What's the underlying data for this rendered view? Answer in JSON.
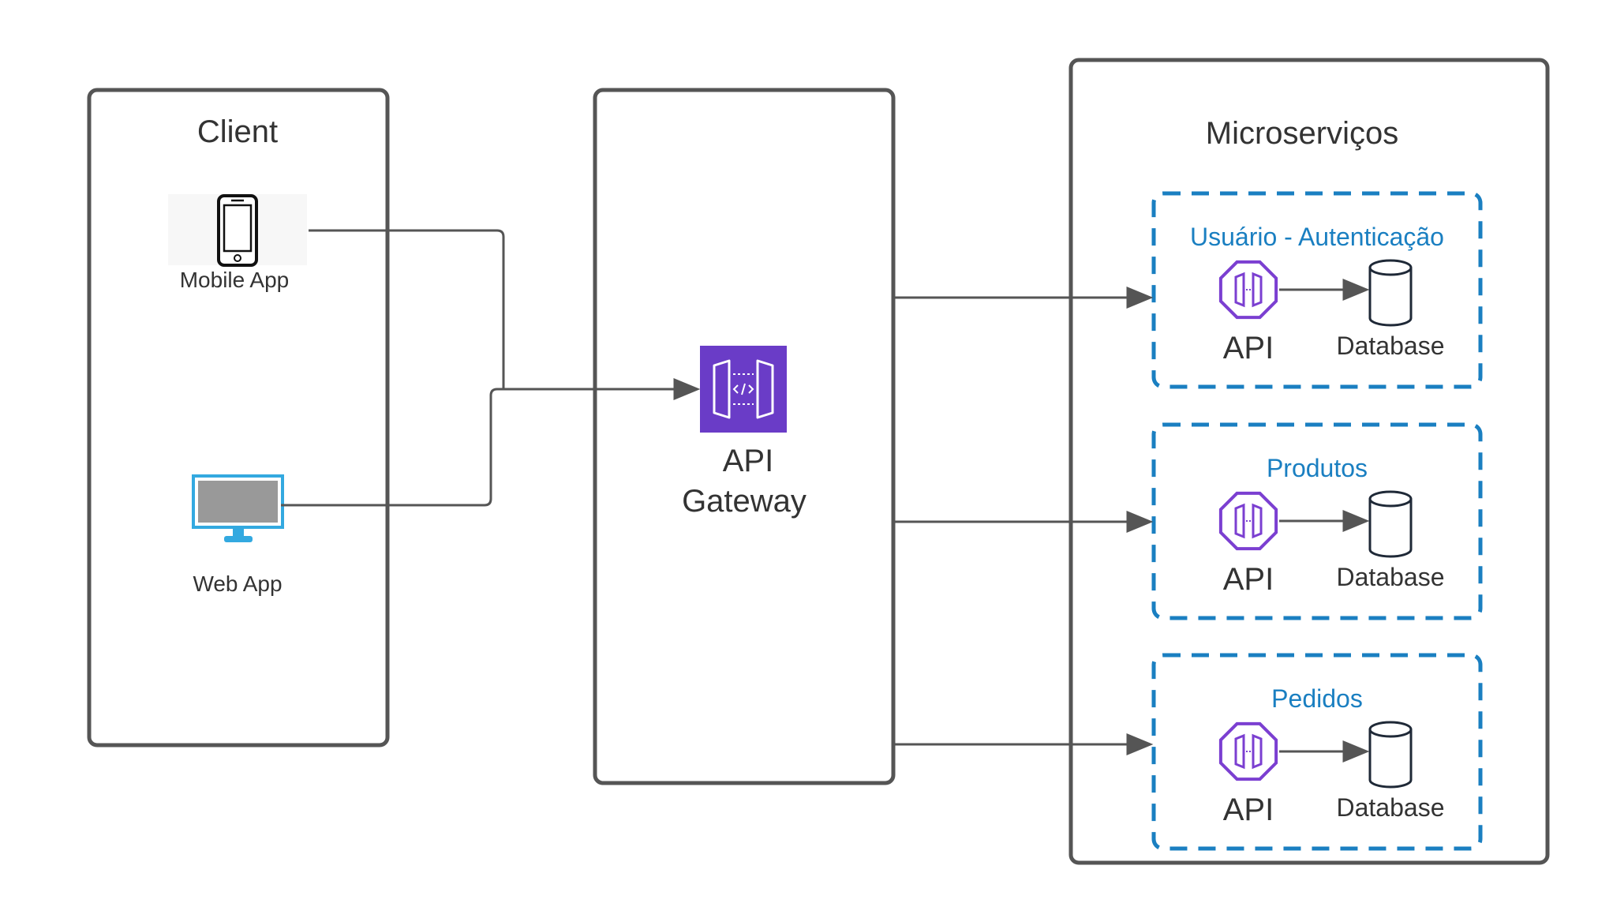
{
  "colors": {
    "box_border": "#555555",
    "arrow": "#555555",
    "service_border": "#1a7fc1",
    "service_title": "#1a7fc1",
    "api_icon": "#7b3fd1",
    "gateway_bg": "#6a3cc7",
    "text": "#333333",
    "monitor": "#33a9e0"
  },
  "client": {
    "title": "Client",
    "mobile_label": "Mobile App",
    "web_label": "Web App",
    "mobile_icon": "smartphone-icon",
    "web_icon": "monitor-icon"
  },
  "gateway": {
    "line1": "API",
    "line2": "Gateway",
    "icon": "api-gateway-icon"
  },
  "microservices": {
    "title": "Microserviços",
    "services": [
      {
        "title": "Usuário - Autenticação",
        "api_label": "API",
        "db_label": "Database"
      },
      {
        "title": "Produtos",
        "api_label": "API",
        "db_label": "Database"
      },
      {
        "title": "Pedidos",
        "api_label": "API",
        "db_label": "Database"
      }
    ]
  }
}
